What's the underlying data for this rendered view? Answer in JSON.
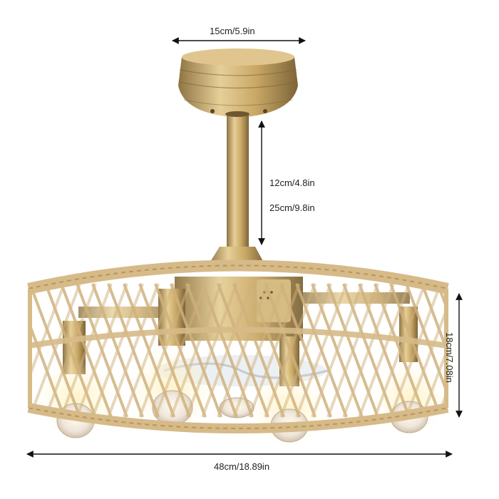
{
  "dimensions": {
    "canopy_width": "15cm/5.9in",
    "rod_length_short": "12cm/4.8in",
    "rod_length_long": "25cm/9.8in",
    "cage_height": "18cm/7.08in",
    "cage_diameter": "48cm/18.89in"
  },
  "colors": {
    "background": "#ffffff",
    "gold": "#c9a866",
    "gold_dark": "#8f7442",
    "rattan": "#d9bf8f",
    "rattan_dark": "#b89560",
    "arrow": "#111111"
  }
}
